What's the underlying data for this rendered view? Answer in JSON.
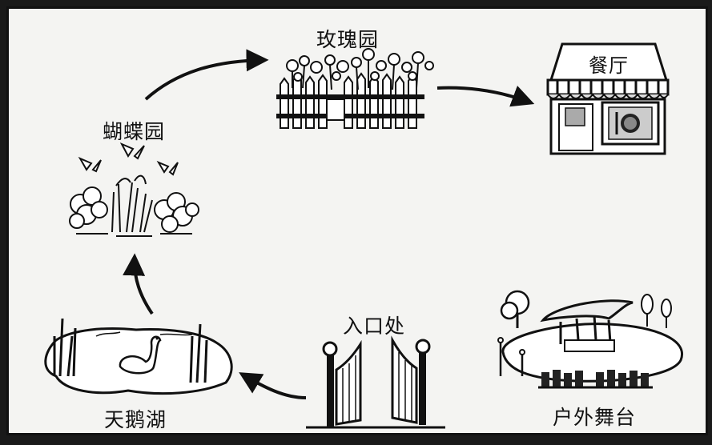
{
  "places": {
    "rose_garden": "玫瑰园",
    "restaurant": "餐厅",
    "butterfly_garden": "蝴蝶园",
    "entrance": "入口处",
    "swan_lake": "天鹅湖",
    "outdoor_stage": "户外舞台"
  },
  "route": [
    "入口处",
    "天鹅湖",
    "蝴蝶园",
    "玫瑰园",
    "餐厅"
  ],
  "icons": [
    "rose-fence-icon",
    "restaurant-storefront-icon",
    "butterfly-flowers-icon",
    "entrance-gate-icon",
    "swan-lake-icon",
    "outdoor-stage-icon"
  ]
}
